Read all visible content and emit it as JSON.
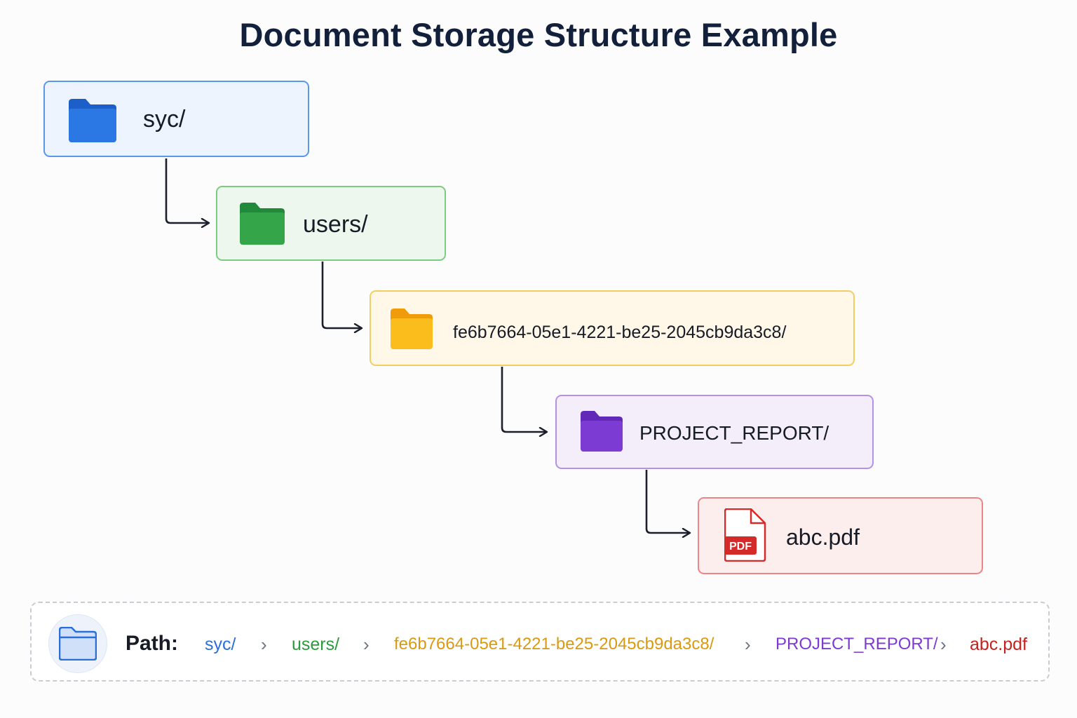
{
  "title": "Document Storage Structure Example",
  "colors": {
    "syc": "#2a6fdc",
    "users": "#2e9a3e",
    "uuid": "#f5b40f",
    "project": "#7c3bd2",
    "file": "#d42a2a"
  },
  "tree": [
    {
      "label": "syc/",
      "icon": "folder-icon-blue"
    },
    {
      "label": "users/",
      "icon": "folder-icon-green"
    },
    {
      "label": "fe6b7664-05e1-4221-be25-2045cb9da3c8/",
      "icon": "folder-icon-yellow"
    },
    {
      "label": "PROJECT_REPORT/",
      "icon": "folder-icon-purple"
    },
    {
      "label": "abc.pdf",
      "icon": "pdf-file-icon",
      "badge": "PDF"
    }
  ],
  "path": {
    "label": "Path:",
    "icon": "folder-icon",
    "separator_icon": "chevron-right-icon",
    "segments": [
      "syc/",
      "users/",
      "fe6b7664-05e1-4221-be25-2045cb9da3c8/",
      "PROJECT_REPORT/",
      "abc.pdf"
    ]
  }
}
